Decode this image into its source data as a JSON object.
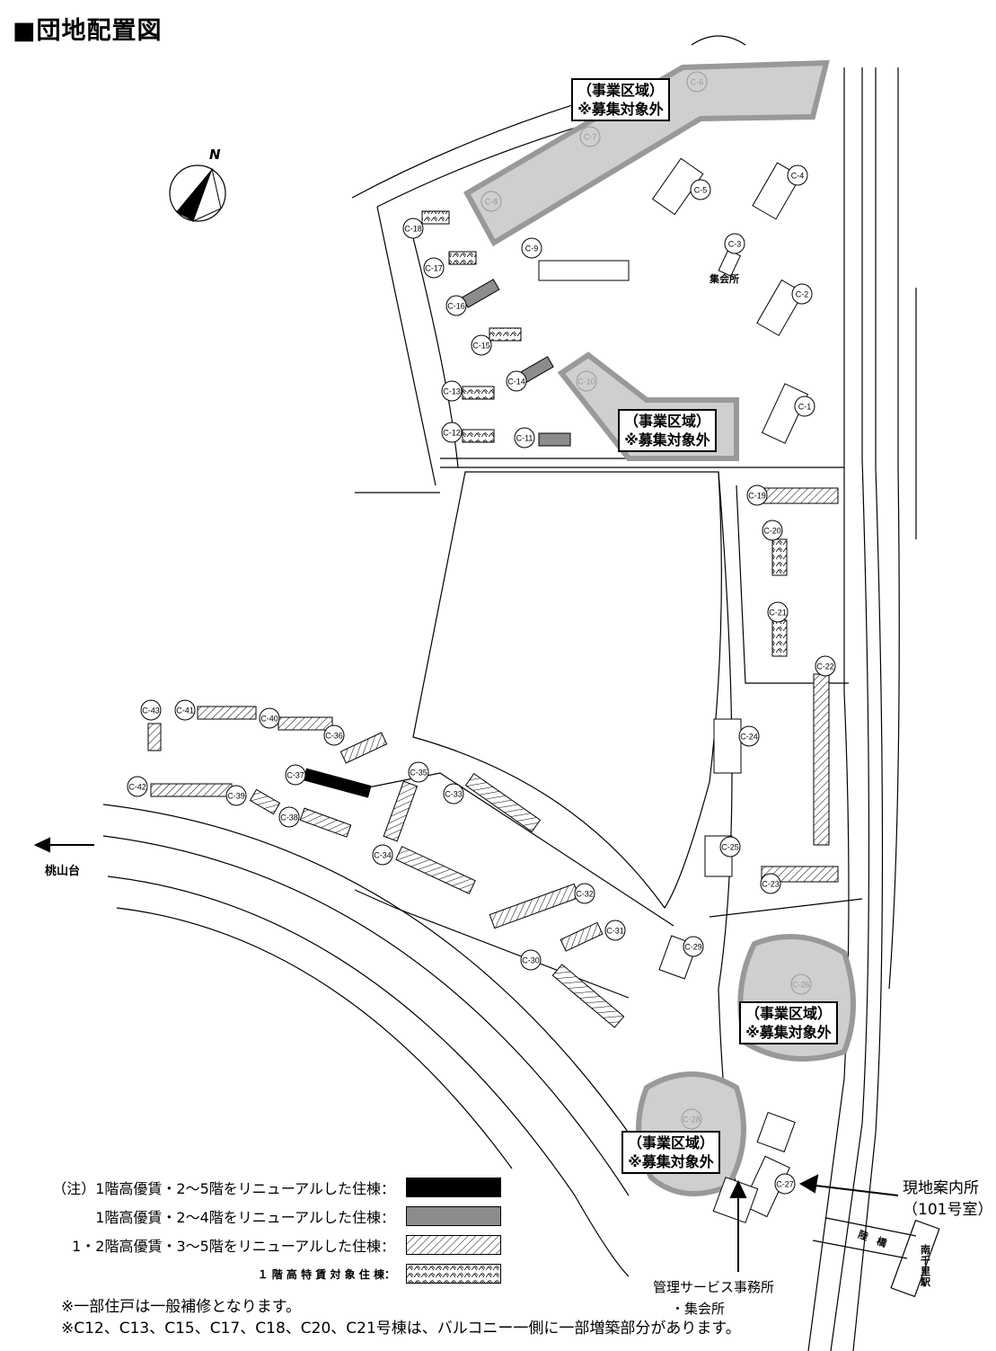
{
  "title": "■団地配置図",
  "compass": "N",
  "zones": [
    {
      "line1": "（事業区域）",
      "line2": "※募集対象外"
    },
    {
      "line1": "（事業区域）",
      "line2": "※募集対象外"
    },
    {
      "line1": "（事業区域）",
      "line2": "※募集対象外"
    },
    {
      "line1": "（事業区域）",
      "line2": "※募集対象外"
    }
  ],
  "places": {
    "momoyamadai": "桃山台",
    "shukaijo": "集会所",
    "info_office": "現地案内所",
    "info_room": "（101号室）",
    "mgmt_office": "管理サービス事務所",
    "mgmt_hall": "・集会所",
    "bridge": "陸　橋",
    "station": "南千里駅"
  },
  "buildings": [
    "C-1",
    "C-2",
    "C-3",
    "C-4",
    "C-5",
    "C-6",
    "C-7",
    "C-8",
    "C-9",
    "C-10",
    "C-11",
    "C-12",
    "C-13",
    "C-14",
    "C-15",
    "C-16",
    "C-17",
    "C-18",
    "C-19",
    "C-20",
    "C-21",
    "C-22",
    "C-23",
    "C-24",
    "C-25",
    "C-26",
    "C-27",
    "C-28",
    "C-29",
    "C-30",
    "C-31",
    "C-32",
    "C-33",
    "C-34",
    "C-35",
    "C-36",
    "C-37",
    "C-38",
    "C-39",
    "C-40",
    "C-41",
    "C-42",
    "C-43"
  ],
  "legend": {
    "prefix": "（注）",
    "items": [
      {
        "label": "1階高優賃・2～5階をリニューアルした住棟：",
        "style": "black",
        "color": "#000000"
      },
      {
        "label": "1階高優賃・2～4階をリニューアルした住棟：",
        "style": "gray",
        "color": "#8c8c8c"
      },
      {
        "label": "1・2階高優賃・3～5階をリニューアルした住棟：",
        "style": "hatch"
      },
      {
        "label": "１ 階 高 特 賃 対 象 住 棟：",
        "style": "cross"
      }
    ]
  },
  "notes": [
    "※一部住戸は一般補修となります。",
    "※C12、C13、C15、C17、C18、C20、C21号棟は、バルコニー一側に一部増築部分があります。"
  ]
}
